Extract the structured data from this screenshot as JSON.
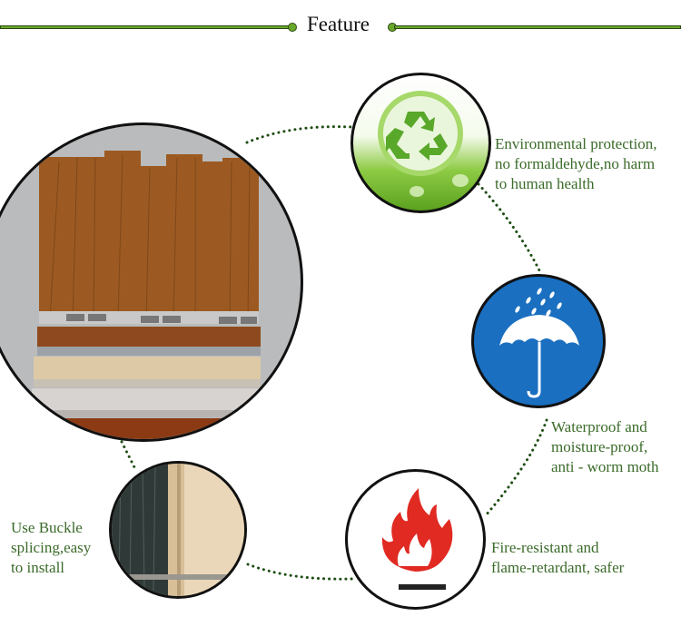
{
  "header": {
    "title": "Feature",
    "accent_color": "#6aa82c"
  },
  "features": [
    {
      "id": "environmental",
      "icon": "recycle-icon",
      "lines": [
        "Environmental protection,",
        "no formaldehyde,no harm",
        "to human health"
      ]
    },
    {
      "id": "waterproof",
      "icon": "umbrella-icon",
      "lines": [
        "Waterproof and",
        "moisture-proof,",
        "anti - worm moth"
      ]
    },
    {
      "id": "fire",
      "icon": "flame-icon",
      "lines": [
        "Fire-resistant and",
        "flame-retardant, safer"
      ]
    },
    {
      "id": "install",
      "icon": "buckle-panel-photo",
      "lines": [
        "Use Buckle",
        "splicing,easy",
        "to install"
      ]
    }
  ],
  "colors": {
    "caption_text": "#3b6b2a",
    "dotted_line": "#1f4d14",
    "water_blue": "#1a6fc0",
    "flame_red": "#e02a22"
  }
}
